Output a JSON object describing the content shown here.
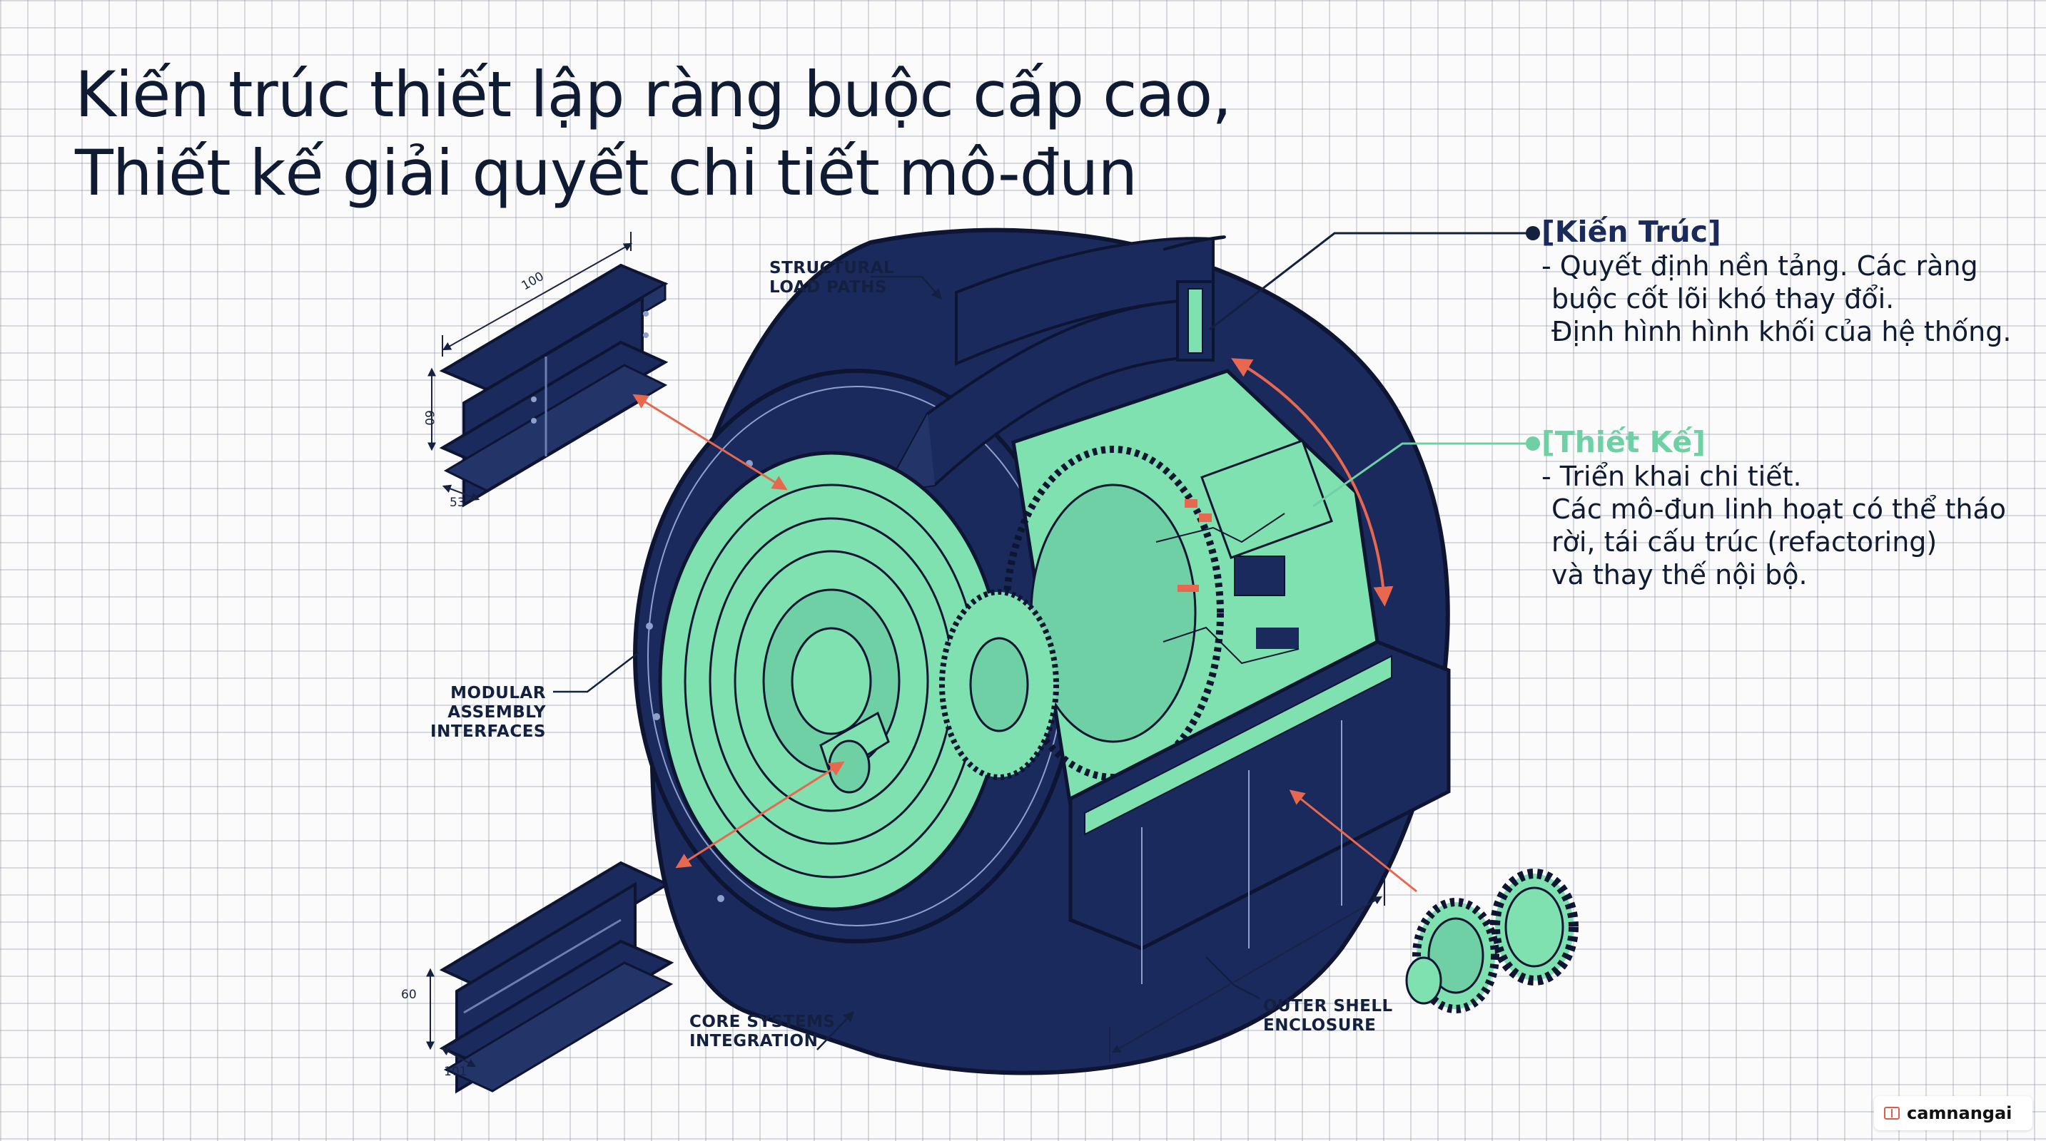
{
  "title": {
    "line1": "Kiến trúc thiết lập ràng buộc cấp cao,",
    "line2": "Thiết kế giải quyết chi tiết mô-đun"
  },
  "architecture": {
    "heading": "[Kiến Trúc]",
    "lines": [
      "- Quyết định nền tảng. Các ràng",
      "buộc cốt lõi khó thay đổi.",
      "Định hình hình khối của hệ thống."
    ]
  },
  "design": {
    "heading": "[Thiết Kế]",
    "lines": [
      "- Triển khai chi tiết.",
      "Các mô-đun linh hoạt có thể tháo",
      "rời, tái cấu trúc (refactoring)",
      "và thay thế nội bộ."
    ]
  },
  "labels": {
    "structural_load_paths": [
      "STRUCTURAL",
      "LOAD PATHS"
    ],
    "modular_assembly_interfaces": [
      "MODULAR",
      "ASSEMBLY",
      "INTERFACES"
    ],
    "core_systems_integration": [
      "CORE SYSTEMS",
      "INTEGRATION"
    ],
    "outer_shell_enclosure": [
      "OUTER SHELL",
      "ENCLOSURE"
    ]
  },
  "dimensions": {
    "top_beam_length": "100",
    "top_beam_height": "60",
    "top_beam_width": "53",
    "bottom_beam_height": "60",
    "bottom_beam_width": "101"
  },
  "badge": {
    "text": "camnangai"
  },
  "colors": {
    "navy": "#1b2a5c",
    "mint": "#7fe0b0",
    "arrow_red": "#e8674f",
    "ink": "#0f1a33"
  }
}
